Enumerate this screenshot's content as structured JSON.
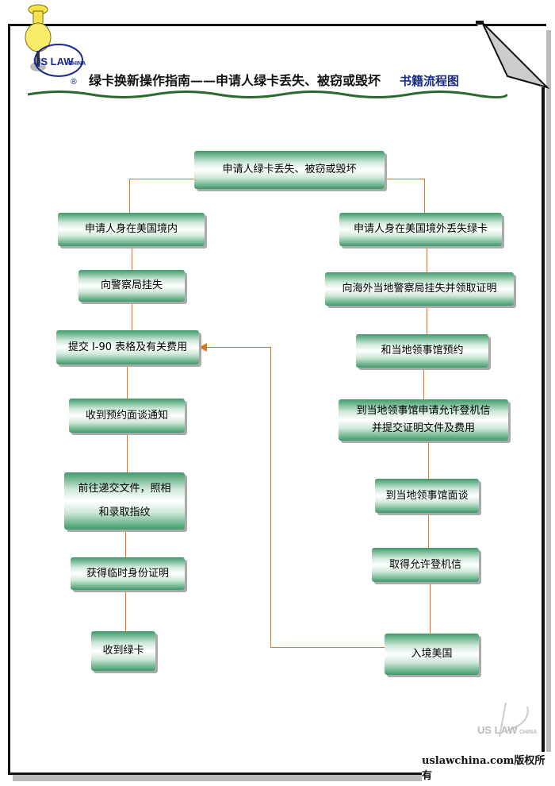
{
  "header": {
    "title": "绿卡换新操作指南——申请人绿卡丢失、被窃或毁坏",
    "subtitle": "书籍流程图",
    "logo": "US LAW CHINA"
  },
  "flow": {
    "root": "申请人绿卡丢失、被窃或毁坏",
    "left": [
      "申请人身在美国境内",
      "向警察局挂失",
      "提交 I-90 表格及有关费用",
      "收到预约面谈通知",
      "前往递交文件，照相",
      "和录取指纹",
      "获得临时身份证明",
      "收到绿卡"
    ],
    "right": [
      "申请人身在美国境外丢失绿卡",
      "向海外当地警察局挂失并领取证明",
      "和当地领事馆预约",
      "到当地领事馆申请允许登机信",
      "并提交证明文件及费用",
      "到当地领事馆面谈",
      "取得允许登机信",
      "入境美国"
    ]
  },
  "footer": {
    "copyright": "uslawchina.com版权所有",
    "watermark": "US LAW CHINA"
  }
}
